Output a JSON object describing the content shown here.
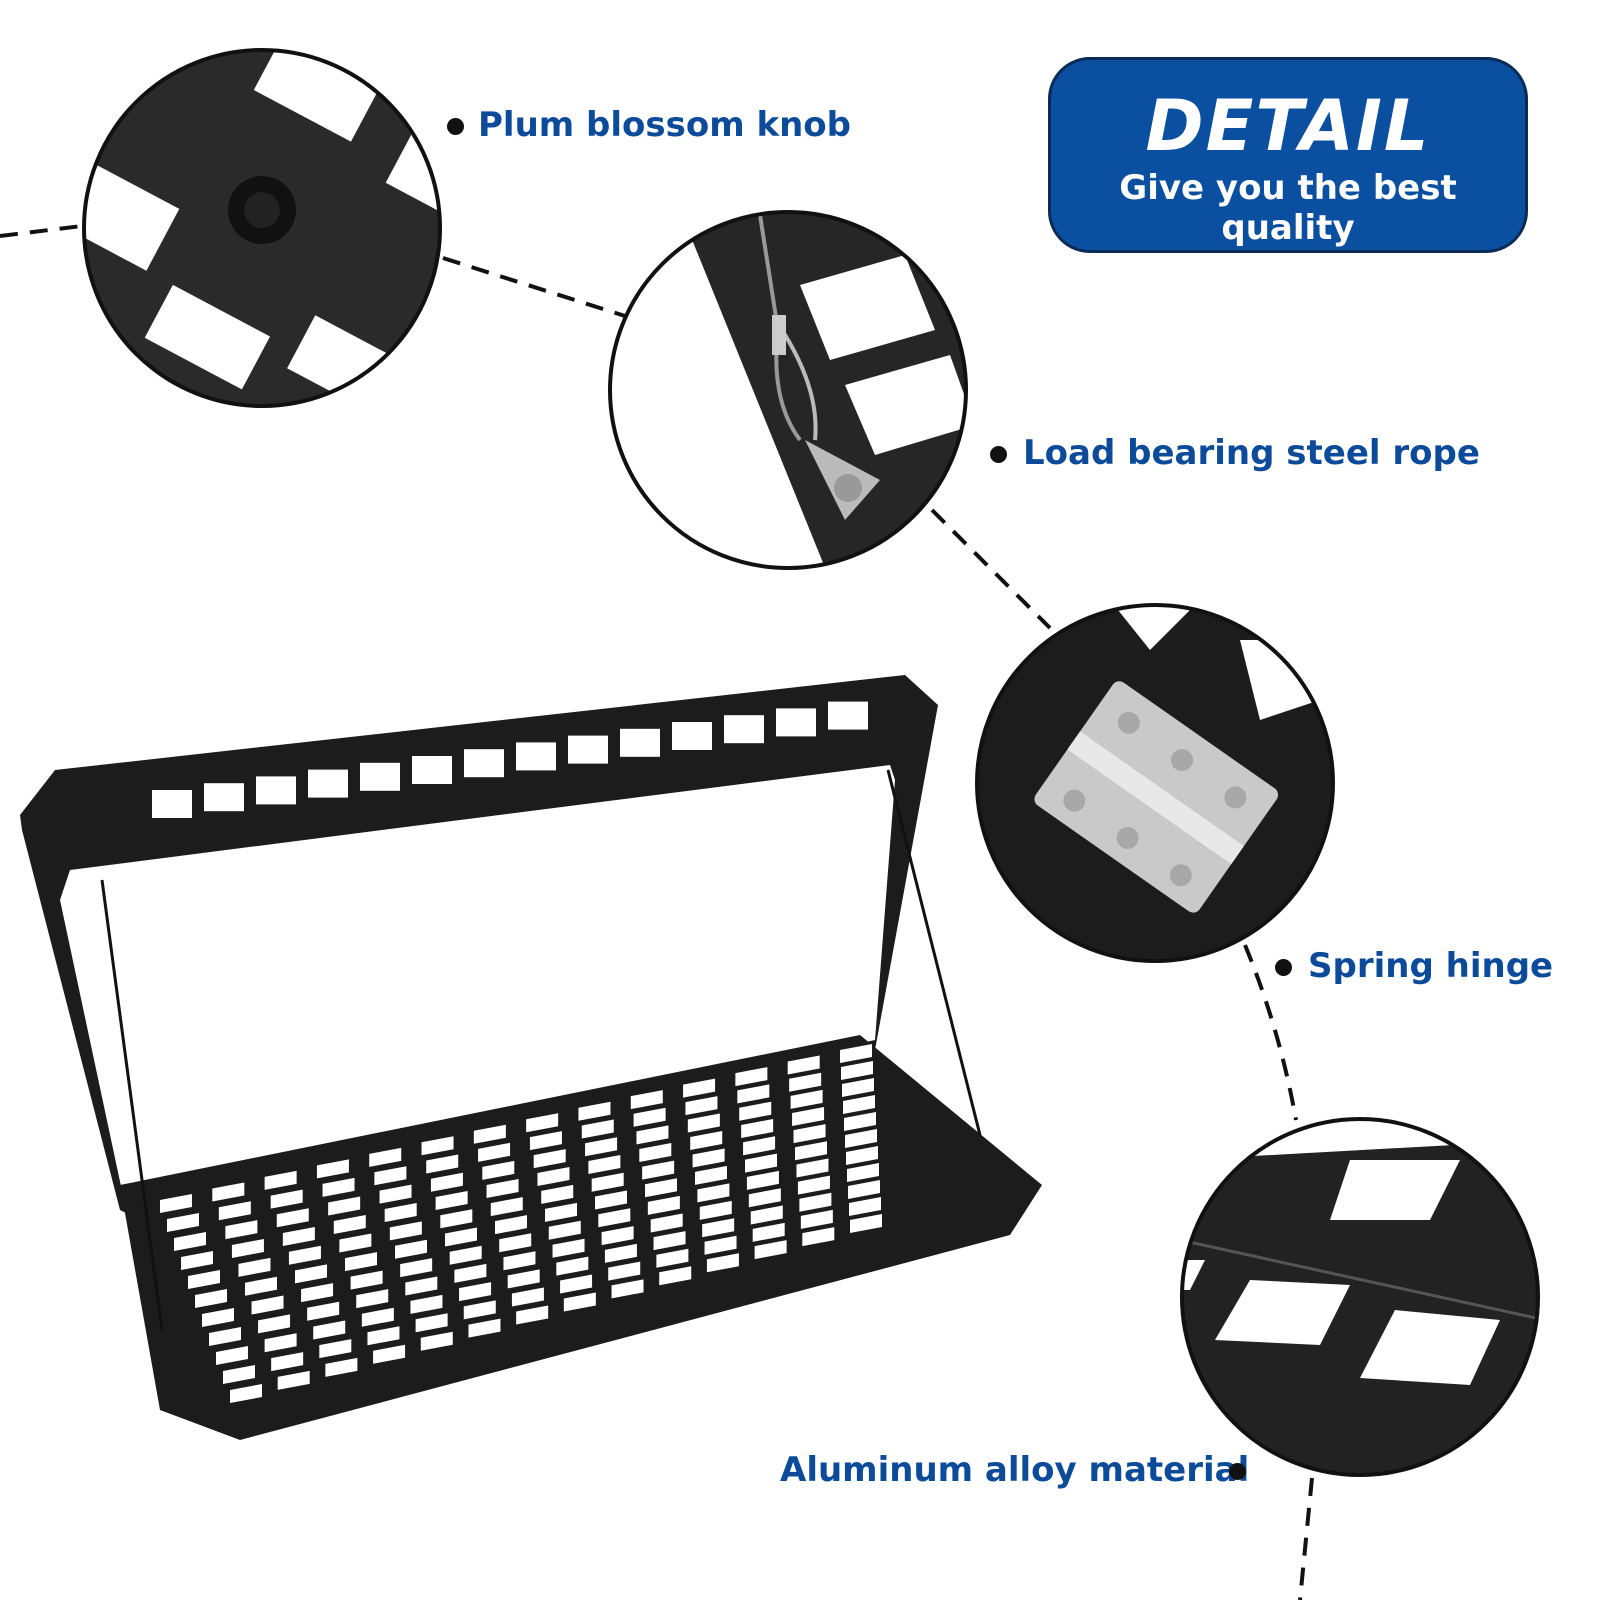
{
  "badge": {
    "title": "DETAIL",
    "subtitle": "Give you the best quality",
    "color": "#0a4fa0"
  },
  "callouts": [
    {
      "label": "Plum blossom knob"
    },
    {
      "label": "Load bearing steel rope"
    },
    {
      "label": "Spring hinge"
    },
    {
      "label": "Aluminum alloy material"
    }
  ],
  "colors": {
    "label": "#0c4a9a",
    "metal": "#1c1c1c"
  }
}
